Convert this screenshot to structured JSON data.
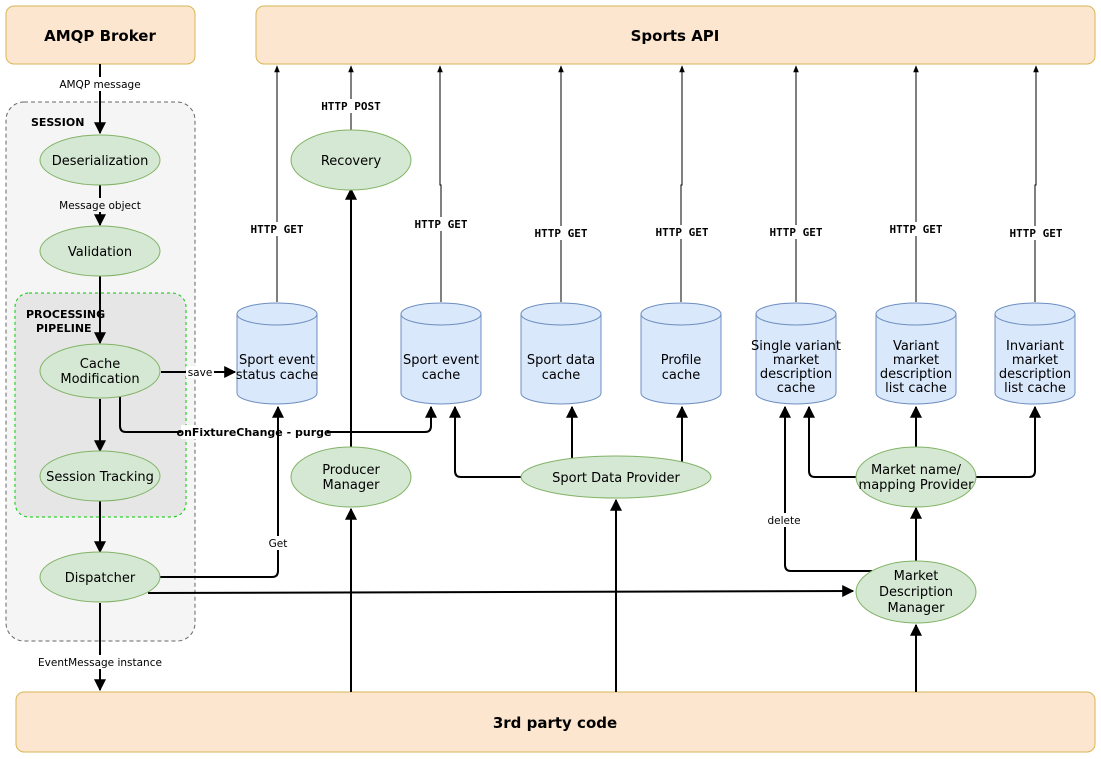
{
  "containers": {
    "amqp_broker": "AMQP Broker",
    "sports_api": "Sports API",
    "third_party": "3rd party code",
    "session": "SESSION",
    "pipeline_line1": "PROCESSING",
    "pipeline_line2": "PIPELINE"
  },
  "nodes": {
    "deserialization": "Deserialization",
    "validation": "Validation",
    "cache_mod_1": "Cache",
    "cache_mod_2": "Modification",
    "session_tracking": "Session Tracking",
    "dispatcher": "Dispatcher",
    "recovery": "Recovery",
    "producer_1": "Producer",
    "producer_2": "Manager",
    "sport_data_provider": "Sport Data Provider",
    "market_name_1": "Market name/",
    "market_name_2": "mapping Provider",
    "mdm_1": "Market",
    "mdm_2": "Description",
    "mdm_3": "Manager"
  },
  "caches": {
    "status_1": "Sport event",
    "status_2": "status cache",
    "event_1": "Sport event",
    "event_2": "cache",
    "data_1": "Sport data",
    "data_2": "cache",
    "profile_1": "Profile",
    "profile_2": "cache",
    "single_1": "Single variant",
    "single_2": "market",
    "single_3": "description",
    "single_4": "cache",
    "variant_1": "Variant",
    "variant_2": "market",
    "variant_3": "description",
    "variant_4": "list cache",
    "invariant_1": "Invariant",
    "invariant_2": "market",
    "invariant_3": "description",
    "invariant_4": "list cache"
  },
  "edges": {
    "amqp_message": "AMQP message",
    "message_object": "Message object",
    "event_message": "EventMessage instance",
    "save": "save",
    "purge": "onFixtureChange - purge",
    "get": "Get",
    "delete": "delete",
    "http_post": "HTTP POST",
    "http_get": "HTTP GET"
  }
}
